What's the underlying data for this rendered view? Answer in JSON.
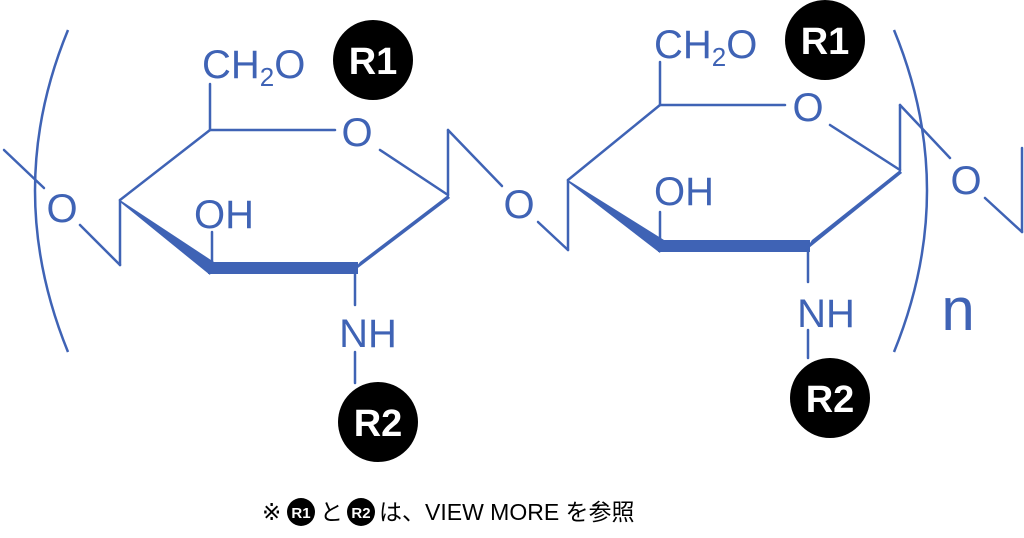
{
  "colors": {
    "bond": "#3f63b5",
    "badge": "#000000",
    "badge_text": "#ffffff",
    "note": "#000000"
  },
  "labels": {
    "ring_oxygen": "O",
    "glycosidic_oxygen": "O",
    "hydroxyl": "OH",
    "ch2o_prefix": "CH",
    "ch2o_subscript": "2",
    "ch2o_suffix": "O",
    "amine": "NH",
    "repeat_index": "n"
  },
  "badges": {
    "r1": "R1",
    "r2": "R2"
  },
  "note": {
    "mark": "※",
    "connector": "と",
    "tail": "は、VIEW MORE を参照"
  }
}
